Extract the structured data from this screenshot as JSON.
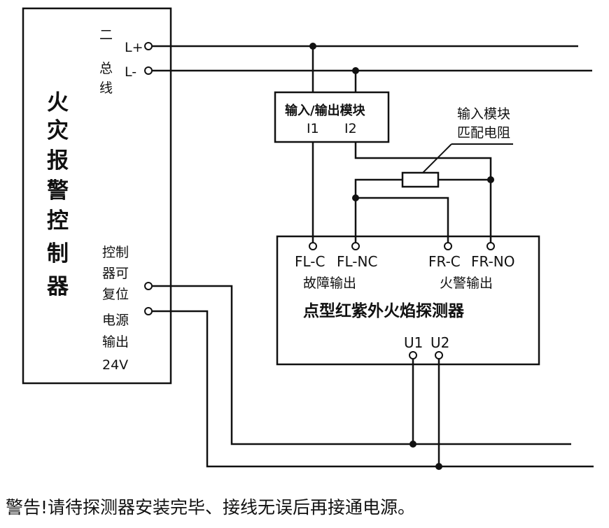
{
  "controller": {
    "title_chars": [
      "火",
      "灾",
      "报",
      "警",
      "控",
      "制",
      "器"
    ],
    "bus_label_chars": [
      "二",
      "总",
      "线"
    ],
    "terminal_l_plus": "L+",
    "terminal_l_minus": "L-",
    "reset_power_lines": [
      "控制",
      "器可",
      "复位",
      "电源",
      "输出",
      "24V"
    ]
  },
  "io_module": {
    "title": "输入/输出模块",
    "terminal_i1": "I1",
    "terminal_i2": "I2"
  },
  "resistor_label_lines": [
    "输入模块",
    "匹配电阻"
  ],
  "detector": {
    "title": "点型红紫外火焰探测器",
    "terminals": [
      "FL-C",
      "FL-NC",
      "FR-C",
      "FR-NO"
    ],
    "fault_output": "故障输出",
    "fire_output": "火警输出",
    "power_terminals": [
      "U1",
      "U2"
    ]
  },
  "warning_text": "警告!请待探测器安装完毕、接线无误后再接通电源。"
}
